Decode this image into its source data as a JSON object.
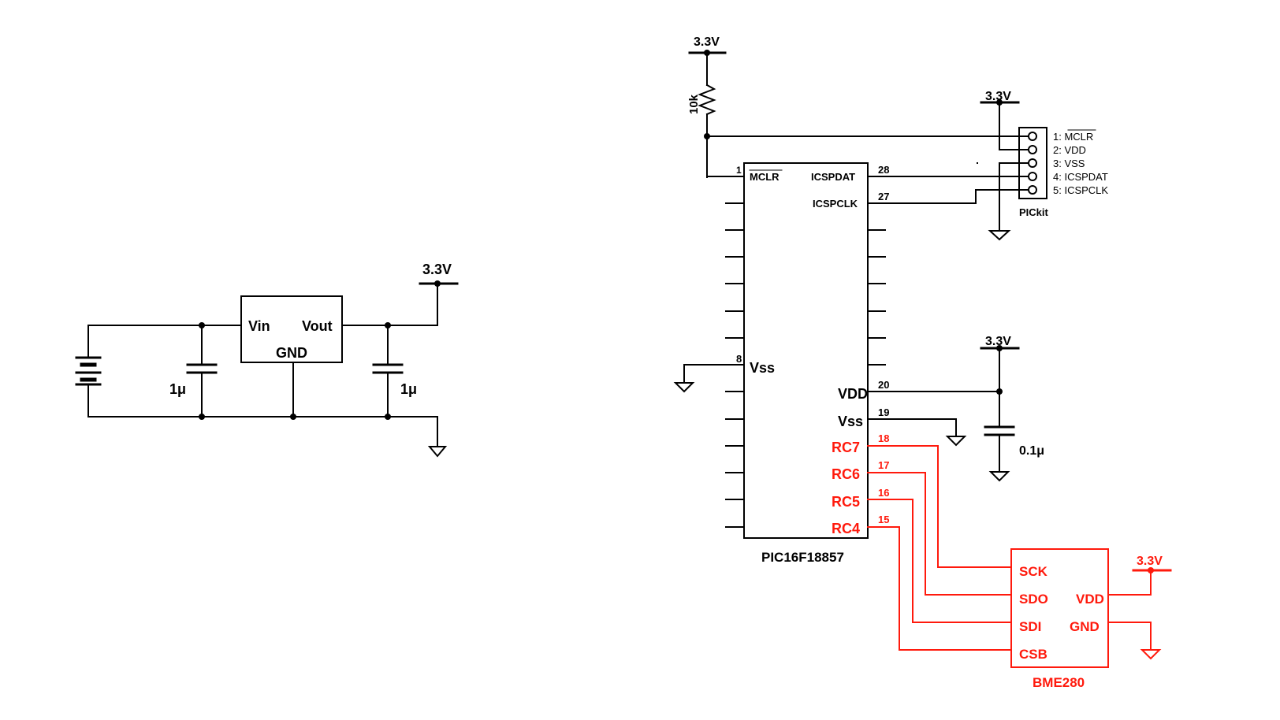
{
  "colors": {
    "line": "#000000",
    "red": "#ff1a0d"
  },
  "regulator": {
    "supply": "3.3V",
    "vin": "Vin",
    "vout": "Vout",
    "gnd": "GND",
    "cap_in": "1μ",
    "cap_out": "1μ"
  },
  "mclr_supply": "3.3V",
  "resistor": "10k",
  "pickit": {
    "supply": "3.3V",
    "name": "PICkit",
    "pins": [
      "1: MCLR",
      "2: VDD",
      "3: VSS",
      "4: ICSPDAT",
      "5: ICSPCLK"
    ]
  },
  "mcu": {
    "name": "PIC16F18857",
    "pins": {
      "mclr": {
        "num": "1",
        "label": "MCLR"
      },
      "vss_left": {
        "num": "8",
        "label": "Vss"
      },
      "icspdat": {
        "num": "28",
        "label": "ICSPDAT"
      },
      "icspclk": {
        "num": "27",
        "label": "ICSPCLK"
      },
      "vdd": {
        "num": "20",
        "label": "VDD"
      },
      "vss_right": {
        "num": "19",
        "label": "Vss"
      },
      "rc7": {
        "num": "18",
        "label": "RC7"
      },
      "rc6": {
        "num": "17",
        "label": "RC6"
      },
      "rc5": {
        "num": "16",
        "label": "RC5"
      },
      "rc4": {
        "num": "15",
        "label": "RC4"
      }
    }
  },
  "decoupling": {
    "supply": "3.3V",
    "cap": "0.1μ"
  },
  "bme280": {
    "name": "BME280",
    "supply": "3.3V",
    "sck": "SCK",
    "sdo": "SDO",
    "sdi": "SDI",
    "csb": "CSB",
    "vdd": "VDD",
    "gnd": "GND"
  }
}
